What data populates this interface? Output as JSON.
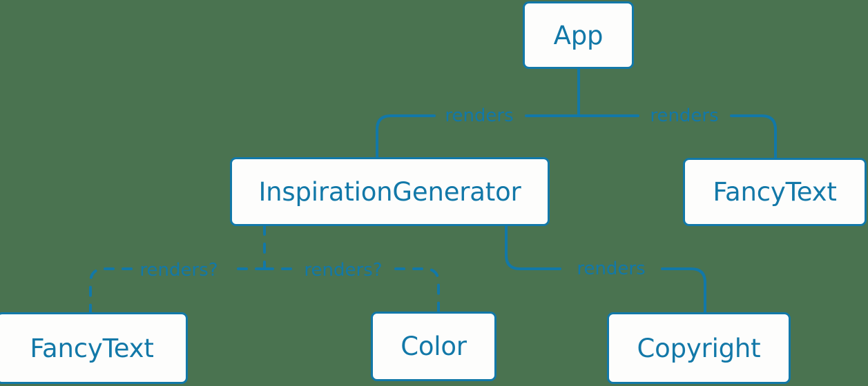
{
  "diagram": {
    "type": "component-tree",
    "background_color": "#4a7350",
    "accent_color": "#1278a8",
    "node_fill": "#fdfdfc",
    "nodes": [
      {
        "id": "app",
        "label": "App"
      },
      {
        "id": "inspiration",
        "label": "InspirationGenerator"
      },
      {
        "id": "fancytext_top",
        "label": "FancyText"
      },
      {
        "id": "fancytext_bot",
        "label": "FancyText"
      },
      {
        "id": "color",
        "label": "Color"
      },
      {
        "id": "copyright",
        "label": "Copyright"
      }
    ],
    "edges": [
      {
        "from": "app",
        "to": "inspiration",
        "label": "renders",
        "style": "solid"
      },
      {
        "from": "app",
        "to": "fancytext_top",
        "label": "renders",
        "style": "solid"
      },
      {
        "from": "inspiration",
        "to": "fancytext_bot",
        "label": "renders?",
        "style": "dashed"
      },
      {
        "from": "inspiration",
        "to": "color",
        "label": "renders?",
        "style": "dashed"
      },
      {
        "from": "inspiration",
        "to": "copyright",
        "label": "renders",
        "style": "solid"
      }
    ]
  }
}
